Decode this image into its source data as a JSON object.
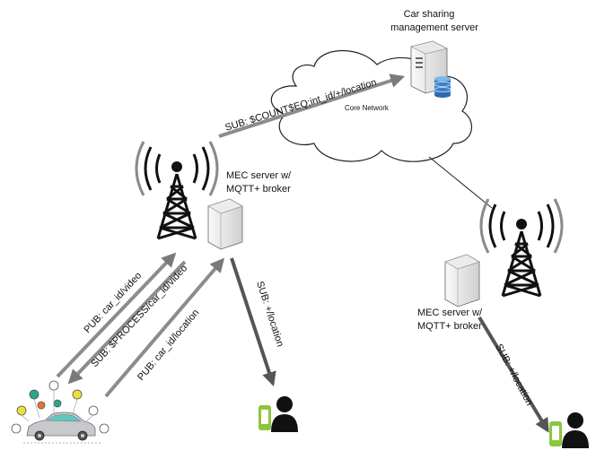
{
  "server": {
    "title_line1": "Car sharing",
    "title_line2": "management server"
  },
  "core_network": {
    "label": "Core Network"
  },
  "mec_left": {
    "line1": "MEC server w/",
    "line2": "MQTT+ broker"
  },
  "mec_right": {
    "line1": "MEC server w/",
    "line2": "MQTT+ broker"
  },
  "messages": {
    "server_sub": "SUB: $COUNT$EQ;int_id/+/location",
    "car_pub_video": "PUB: car_id/video",
    "car_sub_process": "SUB: $PROCESS/car_id/video",
    "car_pub_location": "PUB: car_id/location",
    "user1_sub": "SUB: +/location",
    "user2_sub": "SUB: +/location"
  },
  "colors": {
    "arrow": "#8c8c8c",
    "arrow_dark": "#555555",
    "phone": "#8cc63f",
    "tower": "#111111",
    "cloud_stroke": "#222222",
    "car": "#c7c9cc",
    "car_window": "#5fc9c0"
  },
  "icons": [
    "antenna-tower-icon",
    "server-icon",
    "database-icon",
    "cloud-icon",
    "smartphone-icon",
    "person-icon",
    "connected-car-icon"
  ]
}
